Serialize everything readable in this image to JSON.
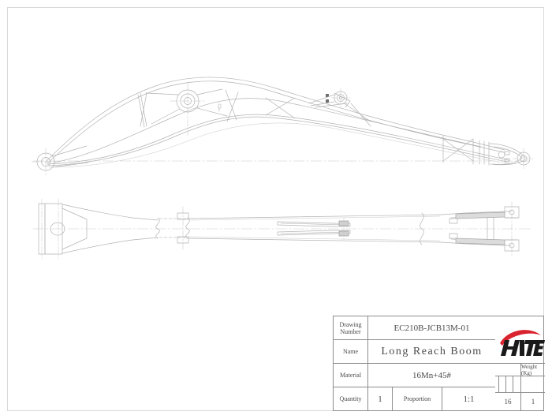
{
  "drawing": {
    "document_type": "engineering-drawing",
    "views": [
      {
        "name": "side-elevation-view",
        "description": "Long reach boom side profile with curved upper chord, pivot eye at left, central pivot boss, cylinder mount boss, cross bracing and tapered nose with pivot eye at right"
      },
      {
        "name": "plan-view",
        "description": "Long reach boom top view with wide foot plate, break symbols, center boss and forked yoke at right end"
      }
    ]
  },
  "title_block": {
    "drawing_number_label": "Drawing\nNumber",
    "drawing_number_label_line1": "Drawing",
    "drawing_number_label_line2": "Number",
    "drawing_number_value": "EC210B-JCB13M-01",
    "name_label": "Name",
    "name_value": "Long Reach Boom",
    "material_label": "Material",
    "material_value": "16Mn+45#",
    "quantity_label": "Quantity",
    "quantity_value": "1",
    "proportion_label": "Proportion",
    "proportion_value": "1:1",
    "weight_label": "Weight (Kg)",
    "sheet_value": "16",
    "weight_value": "1"
  },
  "logo": {
    "brand_text": "HITE",
    "arc_color": "#d9232e",
    "text_color": "#1a1a1a",
    "name": "hite-logo"
  },
  "colors": {
    "line": "#b3b3b3",
    "line_dark": "#8d8d8d",
    "frame": "#d9d9d9",
    "text": "#4a4a4a",
    "background": "#ffffff"
  }
}
